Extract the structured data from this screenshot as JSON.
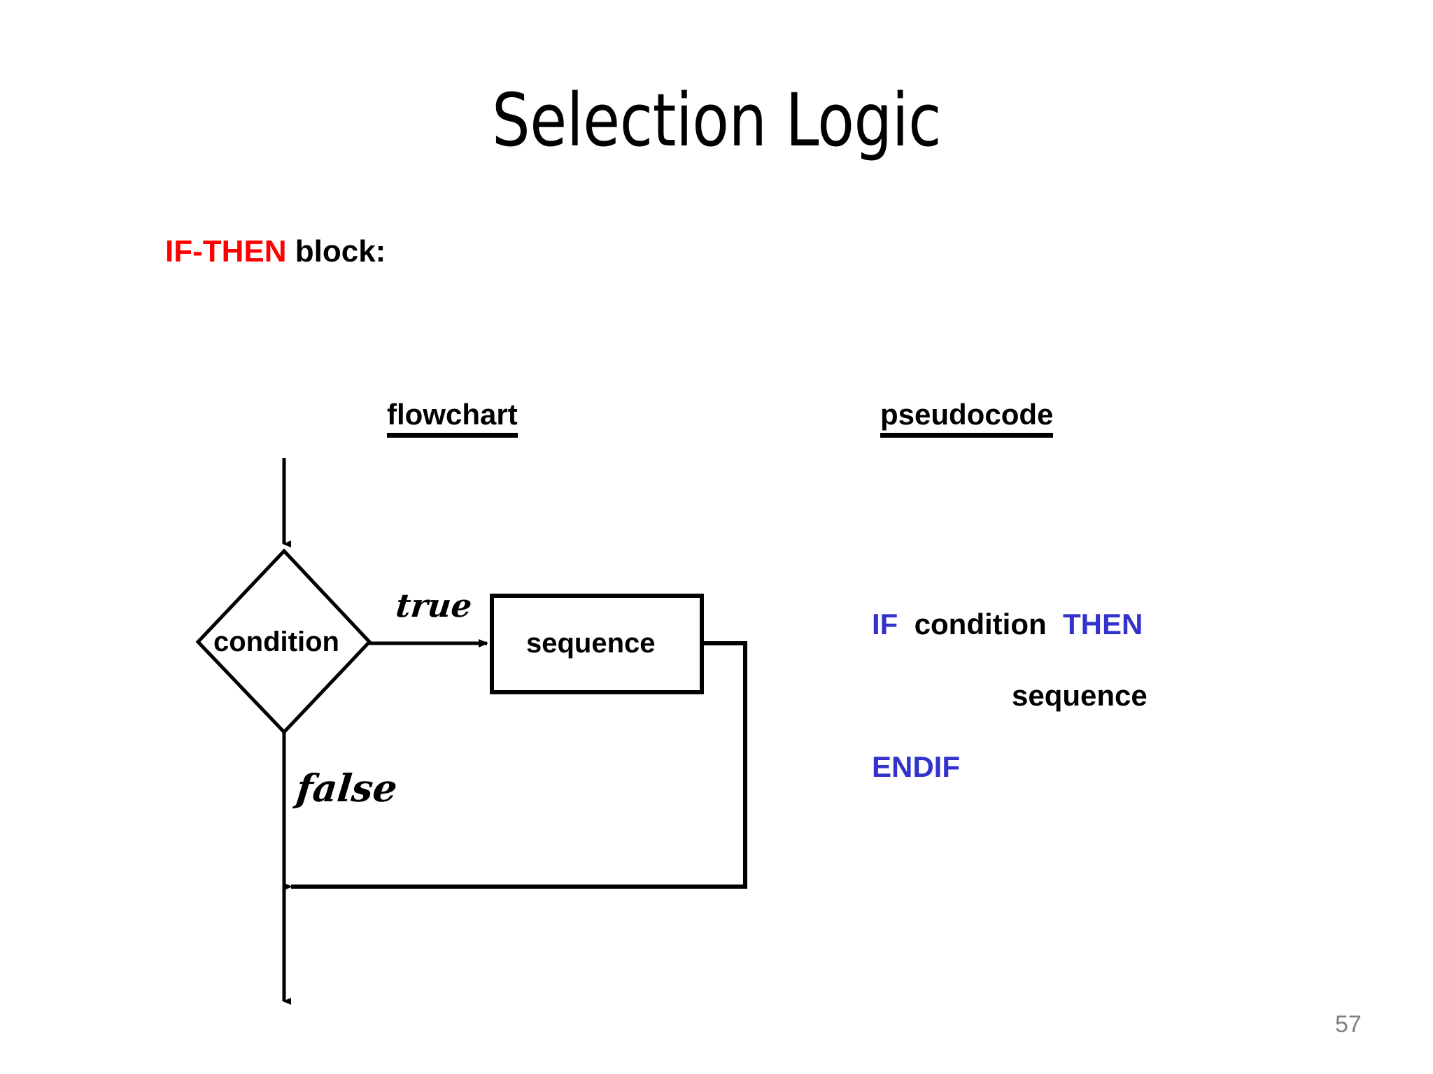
{
  "slide": {
    "title": "Selection Logic",
    "page_number": "57",
    "background_color": "#FFFFFF"
  },
  "block_heading": {
    "keyword": "IF-THEN",
    "keyword_color": "#FF0000",
    "rest": " block:",
    "rest_color": "#000000"
  },
  "columns": {
    "flowchart_header": "flowchart",
    "pseudocode_header": "pseudocode"
  },
  "flowchart": {
    "decision_label": "condition",
    "process_label": "sequence",
    "true_branch_label": "true",
    "false_branch_label": "false",
    "line_color": "#000000",
    "shape_fill": "#FFFFFF"
  },
  "pseudocode": {
    "keyword_color": "#3333CC",
    "identifier_color": "#000000",
    "lines": [
      {
        "kw1": "IF",
        "id": "  condition",
        "kw2": "  THEN"
      },
      {
        "indent": true,
        "id": "sequence"
      },
      {
        "kw1": "ENDIF"
      }
    ],
    "line1_kw1": "IF",
    "line1_id": "  condition",
    "line1_kw2": "  THEN",
    "line2_id": "sequence",
    "line3_kw1": "ENDIF"
  }
}
